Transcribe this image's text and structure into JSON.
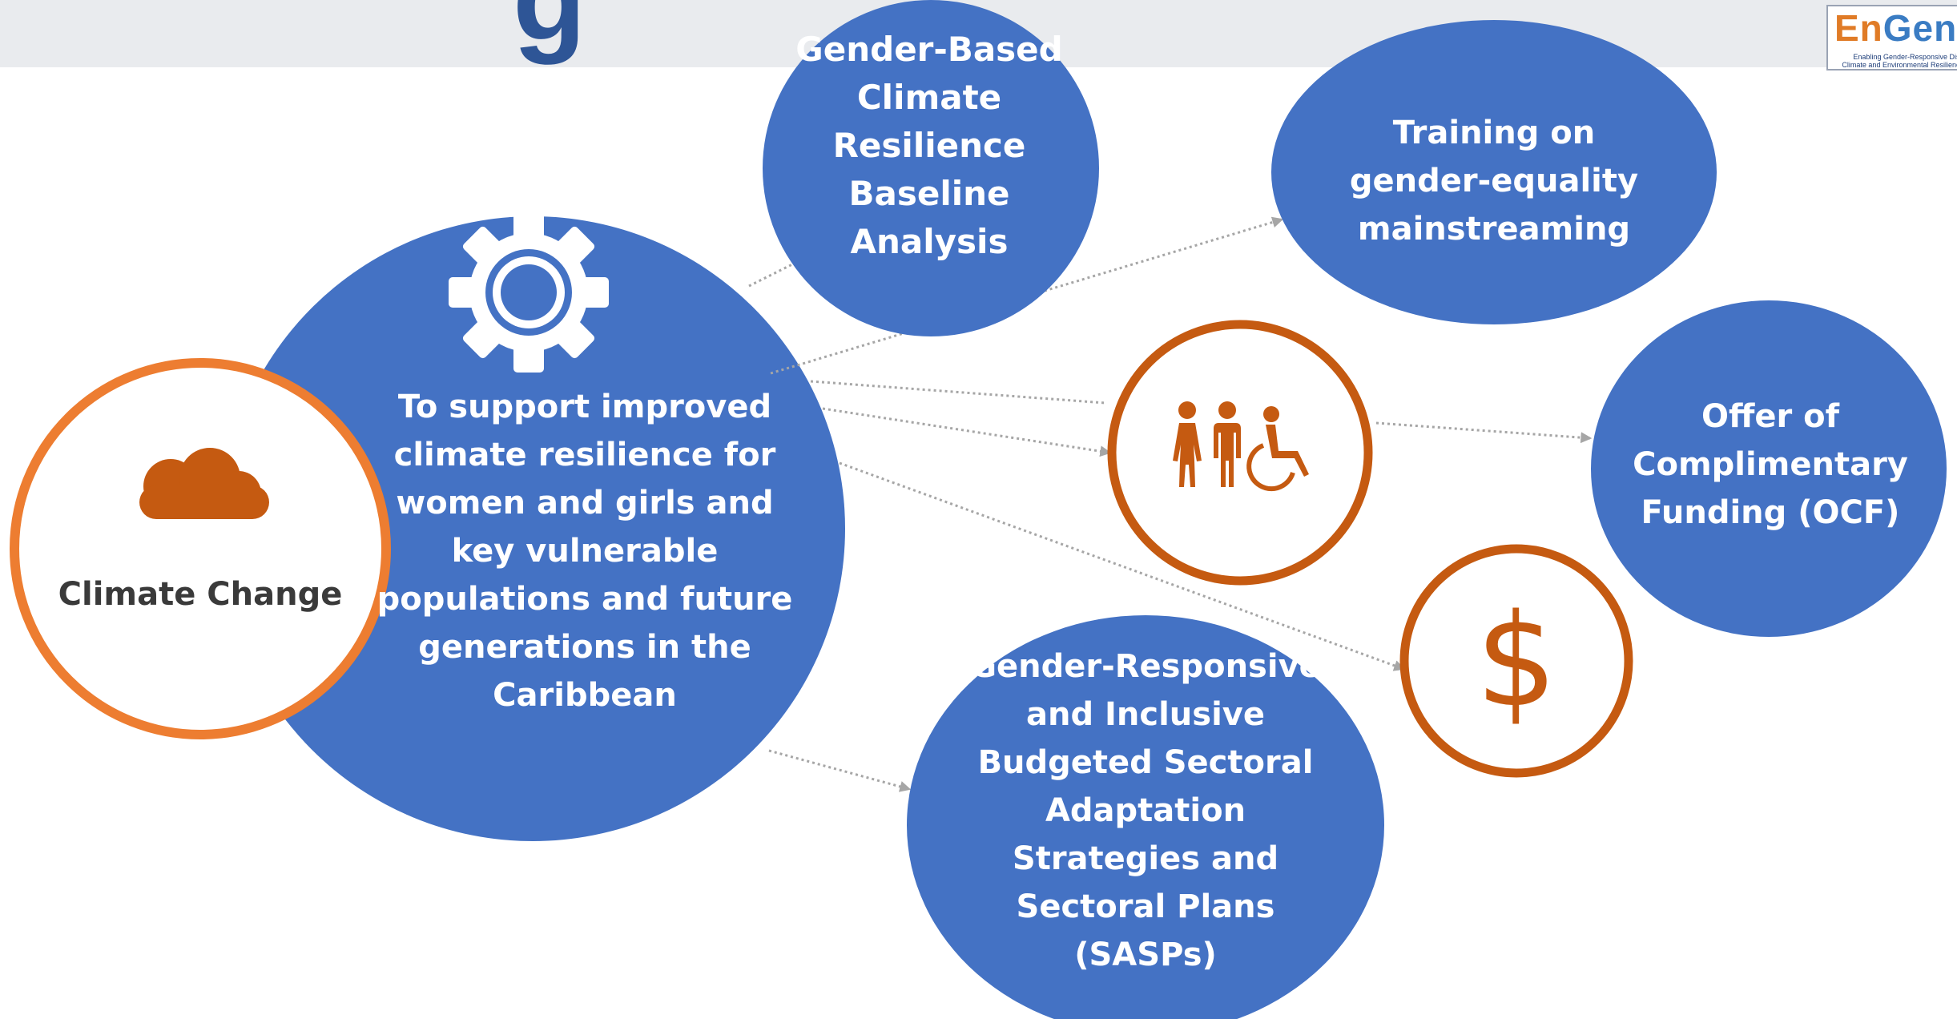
{
  "header": {
    "title_fragment": "g"
  },
  "logo": {
    "name_part1": "En",
    "name_part2": "GenD",
    "tagline_line1": "Enabling Gender-Responsive Disas",
    "tagline_line2": "Climate and Environmental Resilience i"
  },
  "colors": {
    "blue": "#4472c4",
    "orange": "#c55a11",
    "light_orange": "#ed7d31",
    "arrow": "#a6a6a6"
  },
  "nodes": {
    "climate_change": {
      "label": "Climate Change",
      "icon": "cloud-icon"
    },
    "core_goal": {
      "lines": [
        "To support improved",
        "climate resilience for",
        "women and girls and",
        "key vulnerable",
        "populations and future",
        "generations in the",
        "Caribbean"
      ],
      "icon": "gear-icon"
    },
    "baseline": {
      "lines": [
        "Gender-Based",
        "Climate Resilience",
        "Baseline Analysis"
      ]
    },
    "training": {
      "lines": [
        "Training on",
        "gender-equality",
        "mainstreaming"
      ]
    },
    "inclusion": {
      "icon": "people-accessibility-icon"
    },
    "ocf": {
      "lines": [
        "Offer of",
        "Complimentary",
        "Funding (OCF)"
      ]
    },
    "funding": {
      "icon": "dollar-icon",
      "symbol": "$"
    },
    "sasps": {
      "lines": [
        "Gender-Responsive",
        "and Inclusive",
        "Budgeted Sectoral",
        "Adaptation",
        "Strategies and",
        "Sectoral Plans (SASPs)"
      ]
    }
  }
}
